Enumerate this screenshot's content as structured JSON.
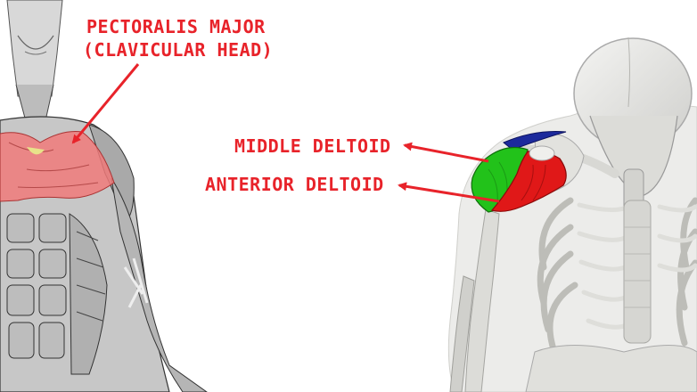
{
  "labels": {
    "pectoralis_line1": "PECTORALIS MAJOR",
    "pectoralis_line2": "(CLAVICULAR HEAD)",
    "middle_deltoid": "MIDDLE DELTOID",
    "anterior_deltoid": "ANTERIOR DELTOID"
  },
  "colors": {
    "label": "#e8232a",
    "arrow": "#e8232a",
    "pectoralis_highlight": "#f07a7a",
    "middle_deltoid": "#22c21a",
    "anterior_deltoid": "#e01818",
    "posterior_deltoid": "#1c2a9c"
  }
}
